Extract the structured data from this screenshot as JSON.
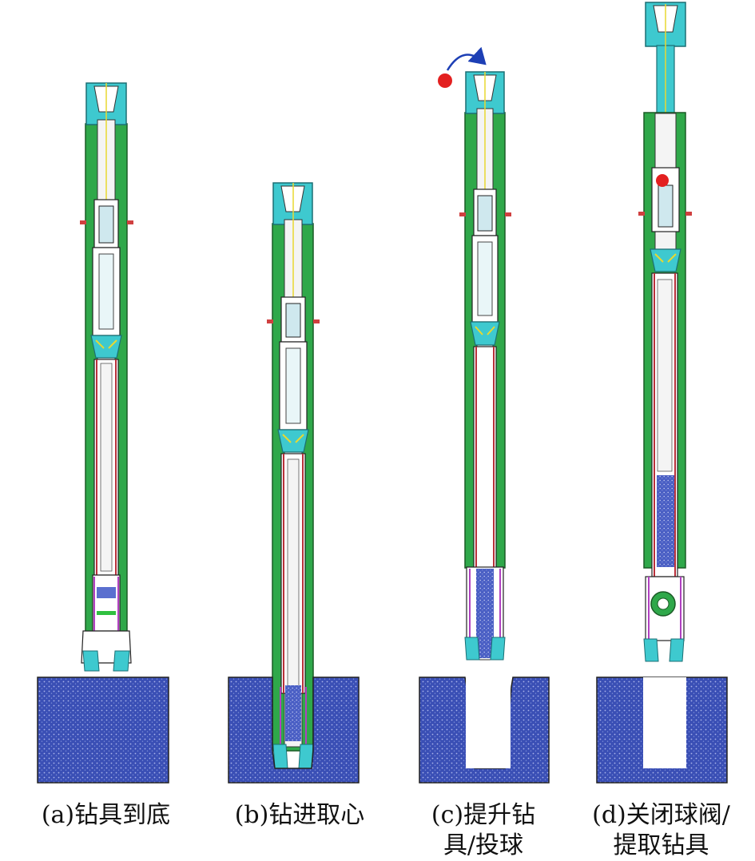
{
  "figure": {
    "panels": [
      {
        "id": "a",
        "caption_lines": [
          "(a)钻具到底"
        ],
        "ball": "none",
        "hole": "none"
      },
      {
        "id": "b",
        "caption_lines": [
          "(b)钻进取心"
        ],
        "ball": "none",
        "hole": "drilling"
      },
      {
        "id": "c",
        "caption_lines": [
          "(c)提升钻",
          "具/投球"
        ],
        "ball": "dropping",
        "hole": "open"
      },
      {
        "id": "d",
        "caption_lines": [
          "(d)关闭球阀/",
          "提取钻具"
        ],
        "ball": "seated",
        "hole": "open"
      }
    ]
  },
  "colors": {
    "outer_tube": "#2fa84a",
    "cyan_part": "#3ec9cf",
    "rock": "#3a4fb5",
    "inner_red": "#b8303a",
    "ball": "#e32020",
    "arrow": "#1d3fb5",
    "core": "#5a6fcf",
    "magenta": "#b040c0"
  }
}
